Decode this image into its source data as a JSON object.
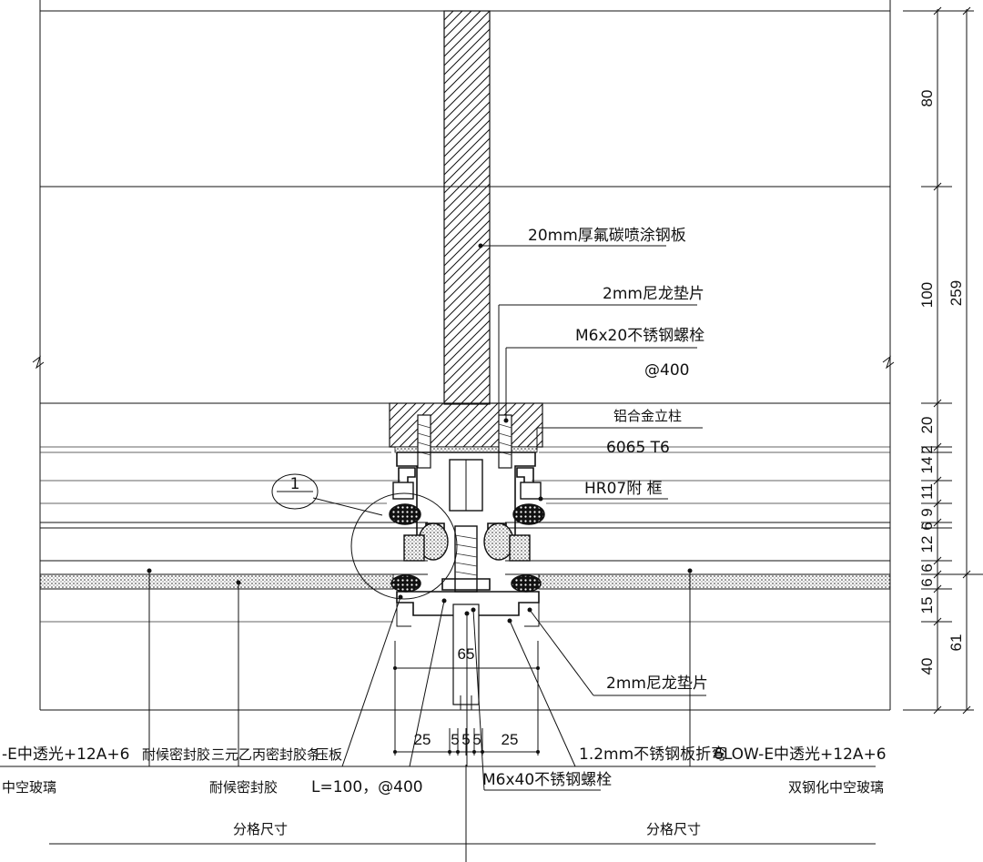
{
  "callouts": {
    "plate": "20mm厚氟碳喷涂钢板",
    "nylon_top": "2mm尼龙垫片",
    "bolt_top": "M6x20不锈钢螺栓",
    "bolt_spacing": "@400",
    "mullion": "铝合金立柱",
    "alloy": "6065 T6",
    "sub_frame": "HR07附 框",
    "nylon_bottom": "2mm尼龙垫片",
    "steel_fold": "1.2mm不锈钢板折弯",
    "glass_right_1": "6LOW-E中透光+12A+6",
    "glass_right_2": "双钢化中空玻璃",
    "glass_left_1": "-E中透光+12A+6",
    "glass_left_2": "中空玻璃",
    "sealant_top": "耐候密封胶",
    "epdm": "三元乙丙密封胶条",
    "pressure_plate": "压板",
    "sealant_bottom": "耐候密封胶",
    "pressure_spec": "L=100，@400",
    "bolt_bottom": "M6x40不锈钢螺栓",
    "grid_left": "分格尺寸",
    "grid_right": "分格尺寸",
    "detail_no": "1"
  },
  "dims_right": {
    "inner": [
      "80",
      "100",
      "20",
      "14",
      "2",
      "11",
      "9",
      "6",
      "12",
      "6",
      "6",
      "15",
      "40"
    ],
    "total_top": "259",
    "total_bottom": "61"
  },
  "dims_bottom": {
    "width": "65",
    "left": "25",
    "middle": [
      "5",
      "5",
      "5"
    ],
    "right": "25"
  }
}
